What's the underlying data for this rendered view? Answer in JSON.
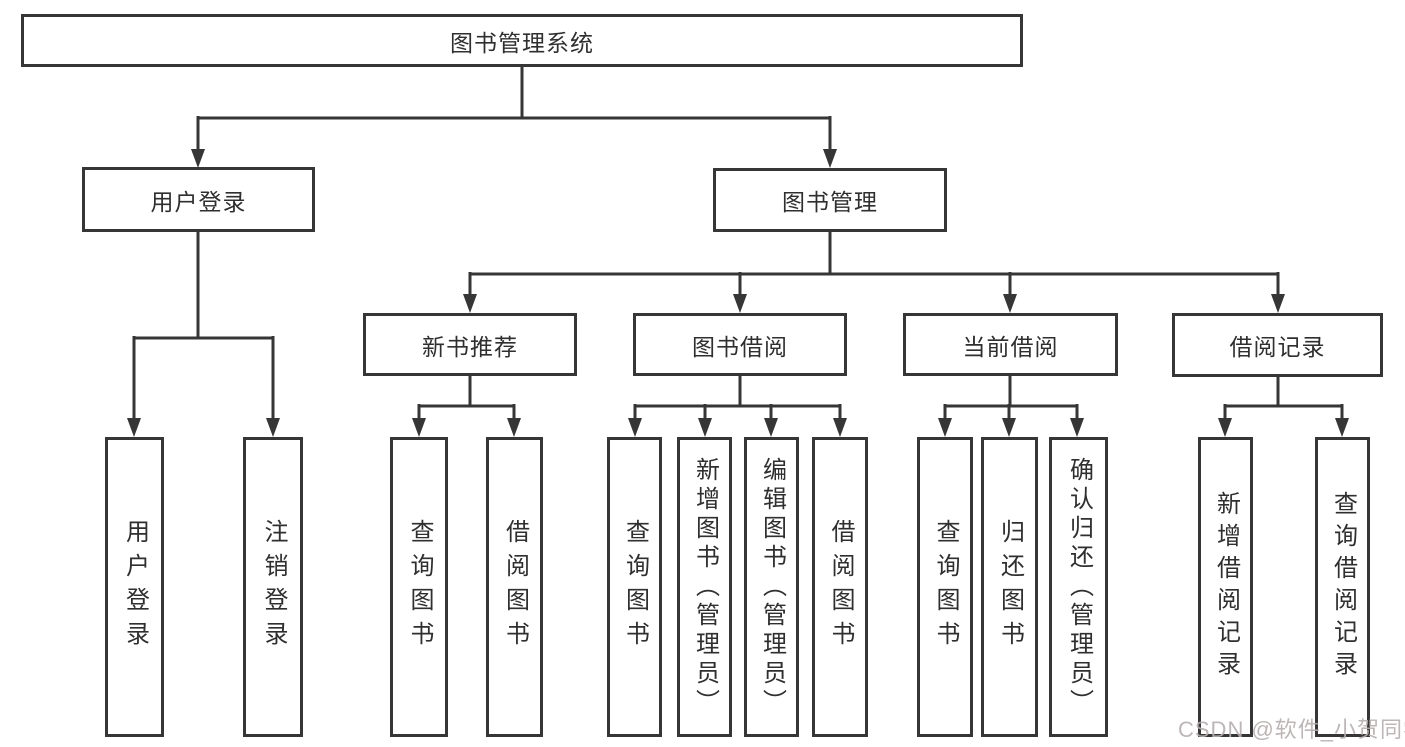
{
  "title": "图书管理系统",
  "watermark": "CSDN @软件_小贺同学",
  "colors": {
    "line": "#363636",
    "text": "#2f2f2f",
    "watermark": "#b6aeae",
    "background": "#ffffff"
  },
  "tree": {
    "label": "图书管理系统",
    "children": [
      {
        "label": "用户登录",
        "children": [
          {
            "label": "用户登录"
          },
          {
            "label": "注销登录"
          }
        ]
      },
      {
        "label": "图书管理",
        "children": [
          {
            "label": "新书推荐",
            "children": [
              {
                "label": "查询图书"
              },
              {
                "label": "借阅图书"
              }
            ]
          },
          {
            "label": "图书借阅",
            "children": [
              {
                "label": "查询图书"
              },
              {
                "label": "新增图书（管理员）"
              },
              {
                "label": "编辑图书（管理员）"
              },
              {
                "label": "借阅图书"
              }
            ]
          },
          {
            "label": "当前借阅",
            "children": [
              {
                "label": "查询图书"
              },
              {
                "label": "归还图书"
              },
              {
                "label": "确认归还（管理员）"
              }
            ]
          },
          {
            "label": "借阅记录",
            "children": [
              {
                "label": "新增借阅记录"
              },
              {
                "label": "查询借阅记录"
              }
            ]
          }
        ]
      }
    ]
  }
}
